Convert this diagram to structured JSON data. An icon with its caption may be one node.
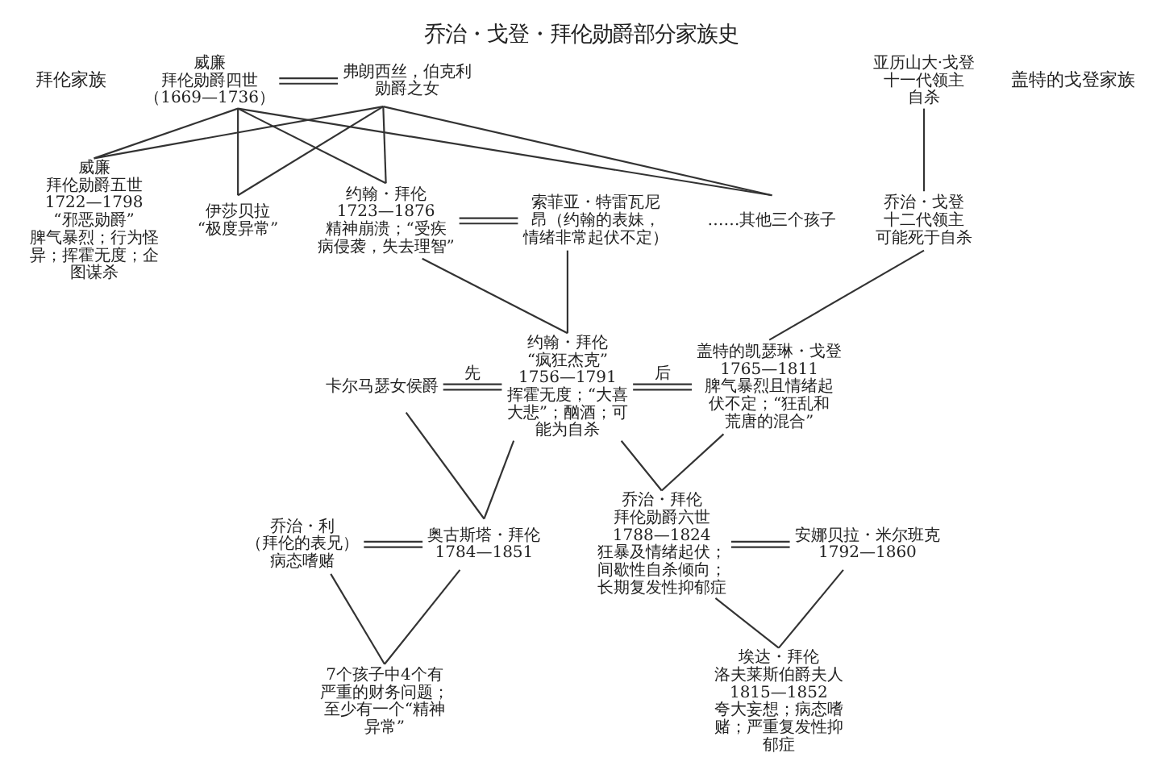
{
  "diagram": {
    "title": "乔治・戈登・拜伦勋爵部分家族史",
    "nodes": [
      {
        "text": [
          "威廉",
          "拜伦勋爵四世",
          "（1669—1736）"
        ]
      },
      {
        "text": [
          "弗朗西丝，伯克利勋爵之女"
        ]
      },
      {
        "text": [
          "亚历山大·戈登",
          "十一代领主",
          "自杀"
        ]
      },
      {
        "text": [
          "伊莎贝拉",
          "“极度异常”"
        ]
      },
      {
        "text": [
          "威廉",
          "拜伦勋爵五世",
          "1722—1798",
          "“邪恶勋爵”",
          "脾气暴烈；行为怪异；挥霍无度；企图谋杀"
        ]
      },
      {
        "text": [
          "约翰・拜伦",
          "1723—1876",
          "精神崩溃；“受疾病侵袭，失去理智”"
        ]
      },
      {
        "text": [
          "……其他三个孩子"
        ]
      },
      {
        "text": [
          "索菲亚・特雷瓦尼昂（约翰的表妹，情绪非常起伏不定）"
        ]
      },
      {
        "text": [
          "乔治・戈登",
          "十二代领主",
          "可能死于自杀"
        ]
      },
      {
        "text": [
          "卡尔马瑟女侯爵"
        ]
      },
      {
        "text": [
          "约翰・拜伦",
          "“疯狂杰克”",
          "1756—1791",
          "挥霍无度；“大喜大悲”；酗酒；可能为自杀"
        ]
      },
      {
        "text": [
          "盖特的凯瑟琳・戈登",
          "1765—1811",
          "脾气暴烈且情绪起伏不定；“狂乱和荒唐的混合”"
        ]
      },
      {
        "text": [
          "乔治・利",
          "（拜伦的表兄）",
          "病态嗜赌"
        ]
      },
      {
        "text": [
          "奥古斯塔・拜伦",
          "1784—1851"
        ]
      },
      {
        "text": [
          "乔治・拜伦",
          "拜伦勋爵六世",
          "1788—1824",
          "狂暴及情绪起伏；间歇性自杀倾向；长期复发性抑郁症"
        ]
      },
      {
        "text": [
          "安娜贝拉・米尔班克",
          "1792—1860"
        ]
      },
      {
        "text": [
          "7个孩子中4个有严重的财务问题；至少有一个“精神异常”"
        ]
      },
      {
        "text": [
          "埃达・拜伦",
          "洛夫莱斯伯爵夫人",
          "1815—1852",
          "夸大妄想；病态嗜赌；严重复发性抑郁症"
        ]
      }
    ],
    "edges": [
      {
        "from": 0,
        "to": 1,
        "arrow": "none"
      },
      {
        "from": 0,
        "to": 3,
        "arrow": "none"
      },
      {
        "from": 1,
        "to": 3,
        "arrow": "none"
      },
      {
        "from": 0,
        "to": 4,
        "arrow": "none"
      },
      {
        "from": 1,
        "to": 4,
        "arrow": "none"
      },
      {
        "from": 0,
        "to": 5,
        "arrow": "none"
      },
      {
        "from": 1,
        "to": 5,
        "arrow": "none"
      },
      {
        "from": 0,
        "to": 6,
        "arrow": "none"
      },
      {
        "from": 1,
        "to": 6,
        "arrow": "none"
      },
      {
        "from": 5,
        "to": 7,
        "arrow": "none"
      },
      {
        "from": 2,
        "to": 8,
        "arrow": "none"
      },
      {
        "from": 5,
        "to": 10,
        "arrow": "none"
      },
      {
        "from": 7,
        "to": 10,
        "arrow": "none"
      },
      {
        "from": 8,
        "to": 11,
        "arrow": "none"
      },
      {
        "from": 9,
        "to": 10,
        "arrow": "none",
        "label": "先"
      },
      {
        "from": 10,
        "to": 11,
        "arrow": "none",
        "label": "后"
      },
      {
        "from": 9,
        "to": 13,
        "arrow": "none"
      },
      {
        "from": 10,
        "to": 13,
        "arrow": "none"
      },
      {
        "from": 10,
        "to": 14,
        "arrow": "none"
      },
      {
        "from": 11,
        "to": 14,
        "arrow": "none"
      },
      {
        "from": 12,
        "to": 13,
        "arrow": "none"
      },
      {
        "from": 14,
        "to": 15,
        "arrow": "none"
      },
      {
        "from": 12,
        "to": 16,
        "arrow": "none"
      },
      {
        "from": 13,
        "to": 16,
        "arrow": "none"
      },
      {
        "from": 14,
        "to": 17,
        "arrow": "none"
      },
      {
        "from": 15,
        "to": 17,
        "arrow": "none"
      }
    ],
    "labels": [
      "拜伦家族",
      "盖特的戈登家族"
    ]
  }
}
